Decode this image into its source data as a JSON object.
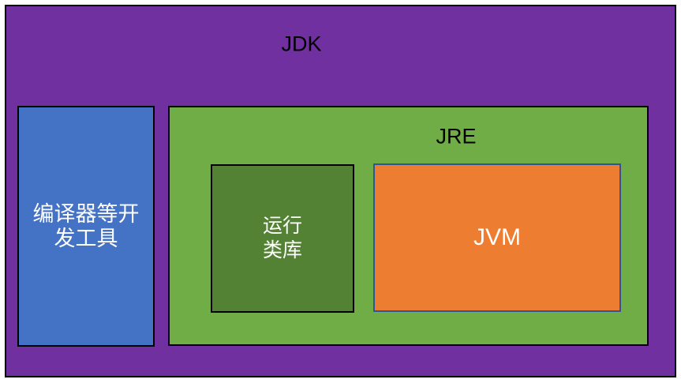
{
  "page": {
    "background_color": "#FFFFFF"
  },
  "diagram": {
    "jdk": {
      "label": "JDK",
      "fill": "#7030A0",
      "border_color": "#000000",
      "text_color": "#000000"
    },
    "dev_tools": {
      "label": "编译器等开发工具",
      "lines": [
        "编译器等开",
        "发工具"
      ],
      "fill": "#4472C4",
      "border_color": "#000000",
      "text_color": "#FFFFFF"
    },
    "jre": {
      "label": "JRE",
      "fill": "#70AD47",
      "border_color": "#000000",
      "text_color": "#000000"
    },
    "runtime_library": {
      "label": "运行类库",
      "lines": [
        "运行",
        "类库"
      ],
      "fill": "#548235",
      "border_color": "#000000",
      "text_color": "#FFFFFF"
    },
    "jvm": {
      "label": "JVM",
      "fill": "#ED7D31",
      "border_color": "#2F5597",
      "text_color": "#FFFFFF"
    }
  }
}
